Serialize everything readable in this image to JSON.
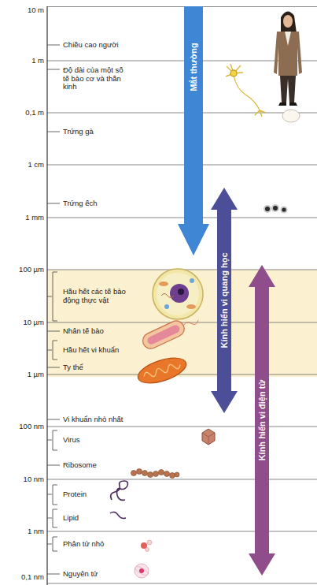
{
  "diagram": {
    "nodes": [
      {
        "text": [
          "Mắt thường"
        ]
      },
      {
        "text": [
          "Kính hiển vi quang học"
        ]
      },
      {
        "text": [
          "Kính hiển vi điện tử"
        ]
      }
    ],
    "labels": [
      "10 m",
      "Chiều cao người",
      "1 m",
      "Độ dài của một số tế bào cơ và thần kinh",
      "0,1 m",
      "Trứng gà",
      "1 cm",
      "Trứng ếch",
      "1 mm",
      "100 µm",
      "Hầu hết các tế bào động thực vật",
      "10 µm",
      "Nhân tế bào",
      "Hầu hết vi khuẩn",
      "Ty thể",
      "1 µm",
      "Vi khuẩn nhỏ nhất",
      "100 nm",
      "Virus",
      "Ribosome",
      "10 nm",
      "Protein",
      "Lipid",
      "1 nm",
      "Phân tử nhỏ",
      "Nguyên tử",
      "0,1 nm"
    ]
  }
}
